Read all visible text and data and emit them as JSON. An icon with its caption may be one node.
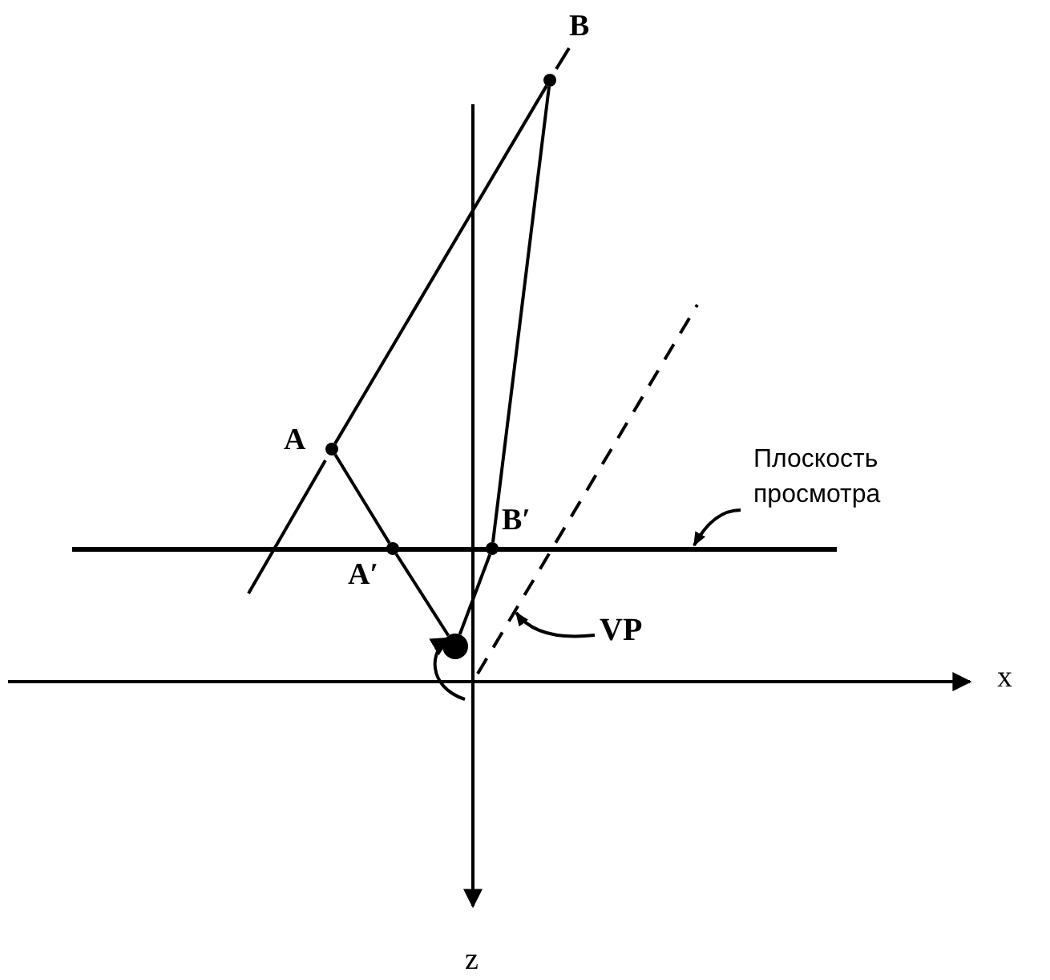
{
  "diagram": {
    "nodes": [
      {
        "text": [
          "B"
        ]
      },
      {
        "text": [
          "A"
        ]
      },
      {
        "text": [
          "A′"
        ]
      },
      {
        "text": [
          "B′"
        ]
      },
      {
        "text": [],
        "shape": "circle"
      },
      {
        "text": [],
        "shape": "line"
      },
      {
        "text": [
          "Плоскость просмотра"
        ]
      },
      {
        "text": [
          "VP"
        ]
      }
    ],
    "edges": [
      {
        "from": 1,
        "to": 0,
        "arrow": "none"
      },
      {
        "from": 1,
        "to": 2,
        "arrow": "none"
      },
      {
        "from": 2,
        "to": 4,
        "arrow": "none"
      },
      {
        "from": 0,
        "to": 3,
        "arrow": "none"
      },
      {
        "from": 3,
        "to": 4,
        "arrow": "none"
      },
      {
        "from": 6,
        "to": 5,
        "arrow": "to"
      },
      {
        "from": 7,
        "to": null,
        "arrow": "to"
      }
    ],
    "labels": [
      "x",
      "z"
    ]
  }
}
